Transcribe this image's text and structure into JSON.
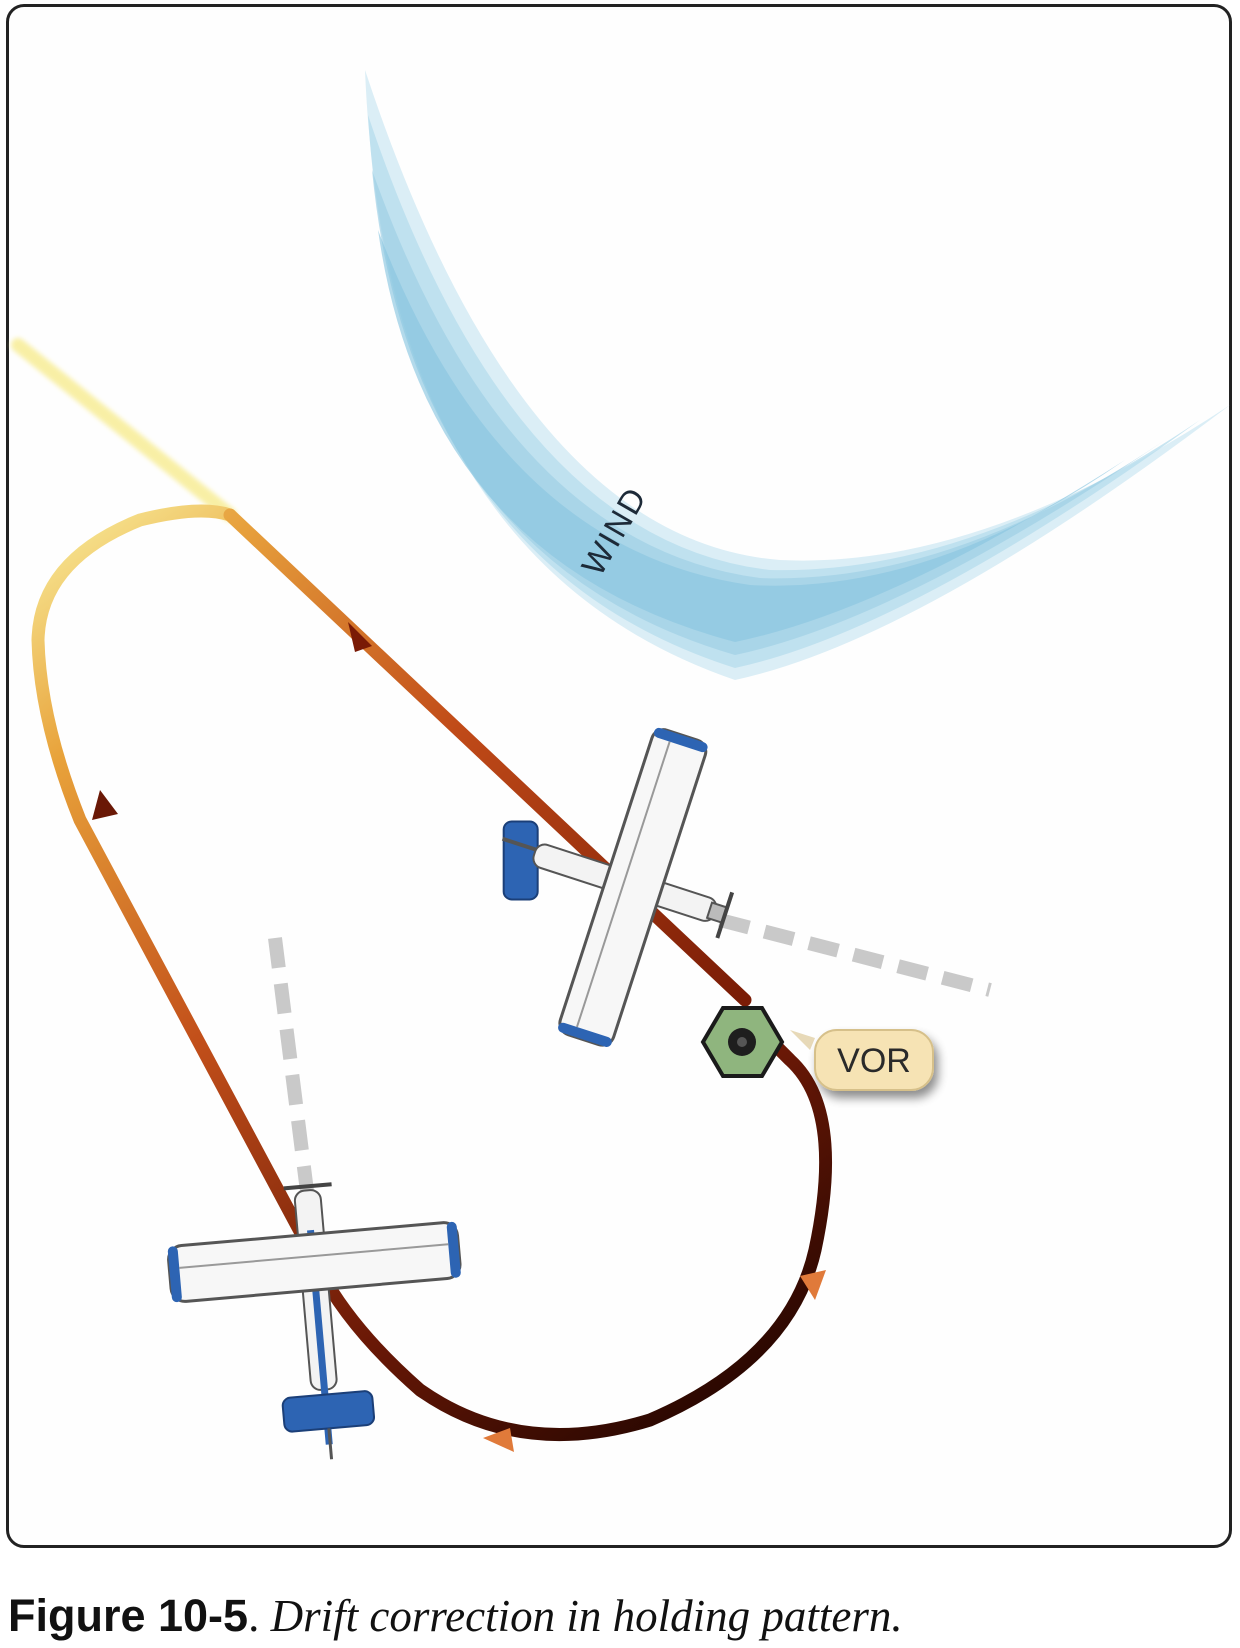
{
  "diagram": {
    "wind_label": "WIND",
    "vor_label": "VOR",
    "colors": {
      "wind_blue": "#7fc1dc",
      "track_light": "#f6e27a",
      "track_mid": "#c8531d",
      "track_dark": "#2a0800",
      "vor_green": "#8fb57e",
      "vor_tag": "#f6e3b4",
      "aircraft_blue": "#2d64b3",
      "dashed_line": "#c9c9c9"
    },
    "icons": [
      "wind-arrow-icon",
      "vor-station-icon",
      "airplane-icon"
    ]
  },
  "caption": {
    "figure_number": "Figure 10-5",
    "separator": ". ",
    "text": "Drift correction in holding pattern."
  }
}
